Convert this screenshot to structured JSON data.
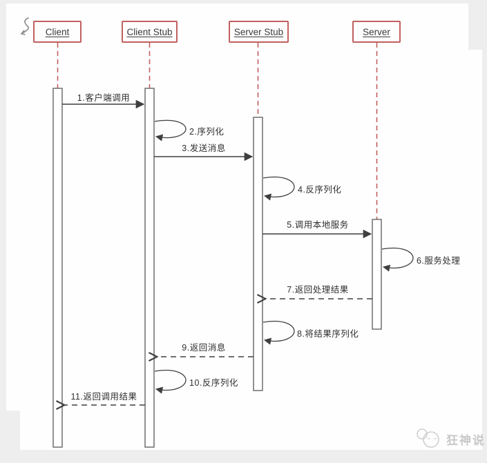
{
  "diagram_type": "uml-sequence-diagram (RPC call flow)",
  "participants": [
    {
      "name": "Client"
    },
    {
      "name": "Client Stub"
    },
    {
      "name": "Server Stub"
    },
    {
      "name": "Server"
    }
  ],
  "messages": [
    {
      "label": "1.客户端调用",
      "from": "Client",
      "to": "Client Stub",
      "kind": "solid-call"
    },
    {
      "label": "2.序列化",
      "from": "Client Stub",
      "to": "Client Stub",
      "kind": "self-loop"
    },
    {
      "label": "3.发送消息",
      "from": "Client Stub",
      "to": "Server Stub",
      "kind": "solid-call"
    },
    {
      "label": "4.反序列化",
      "from": "Server Stub",
      "to": "Server Stub",
      "kind": "self-loop"
    },
    {
      "label": "5.调用本地服务",
      "from": "Server Stub",
      "to": "Server",
      "kind": "solid-call"
    },
    {
      "label": "6.服务处理",
      "from": "Server",
      "to": "Server",
      "kind": "self-loop"
    },
    {
      "label": "7.返回处理结果",
      "from": "Server",
      "to": "Server Stub",
      "kind": "dashed-return"
    },
    {
      "label": "8.将结果序列化",
      "from": "Server Stub",
      "to": "Server Stub",
      "kind": "self-loop"
    },
    {
      "label": "9.返回消息",
      "from": "Server Stub",
      "to": "Client Stub",
      "kind": "dashed-return"
    },
    {
      "label": "10.反序列化",
      "from": "Client Stub",
      "to": "Client Stub",
      "kind": "self-loop"
    },
    {
      "label": "11.返回调用结果",
      "from": "Client Stub",
      "to": "Client",
      "kind": "dashed-return"
    }
  ],
  "watermark": {
    "text": "狂神说"
  },
  "colors": {
    "participant_border": "#c0605e",
    "lifeline_dashed": "#c0605e",
    "arrow_and_bar": "#3f3f3f",
    "label_text": "#2f2f2f",
    "watermark": "#c8c8c8",
    "frame_background": "#eeeeee",
    "canvas_background": "#fefefe"
  }
}
